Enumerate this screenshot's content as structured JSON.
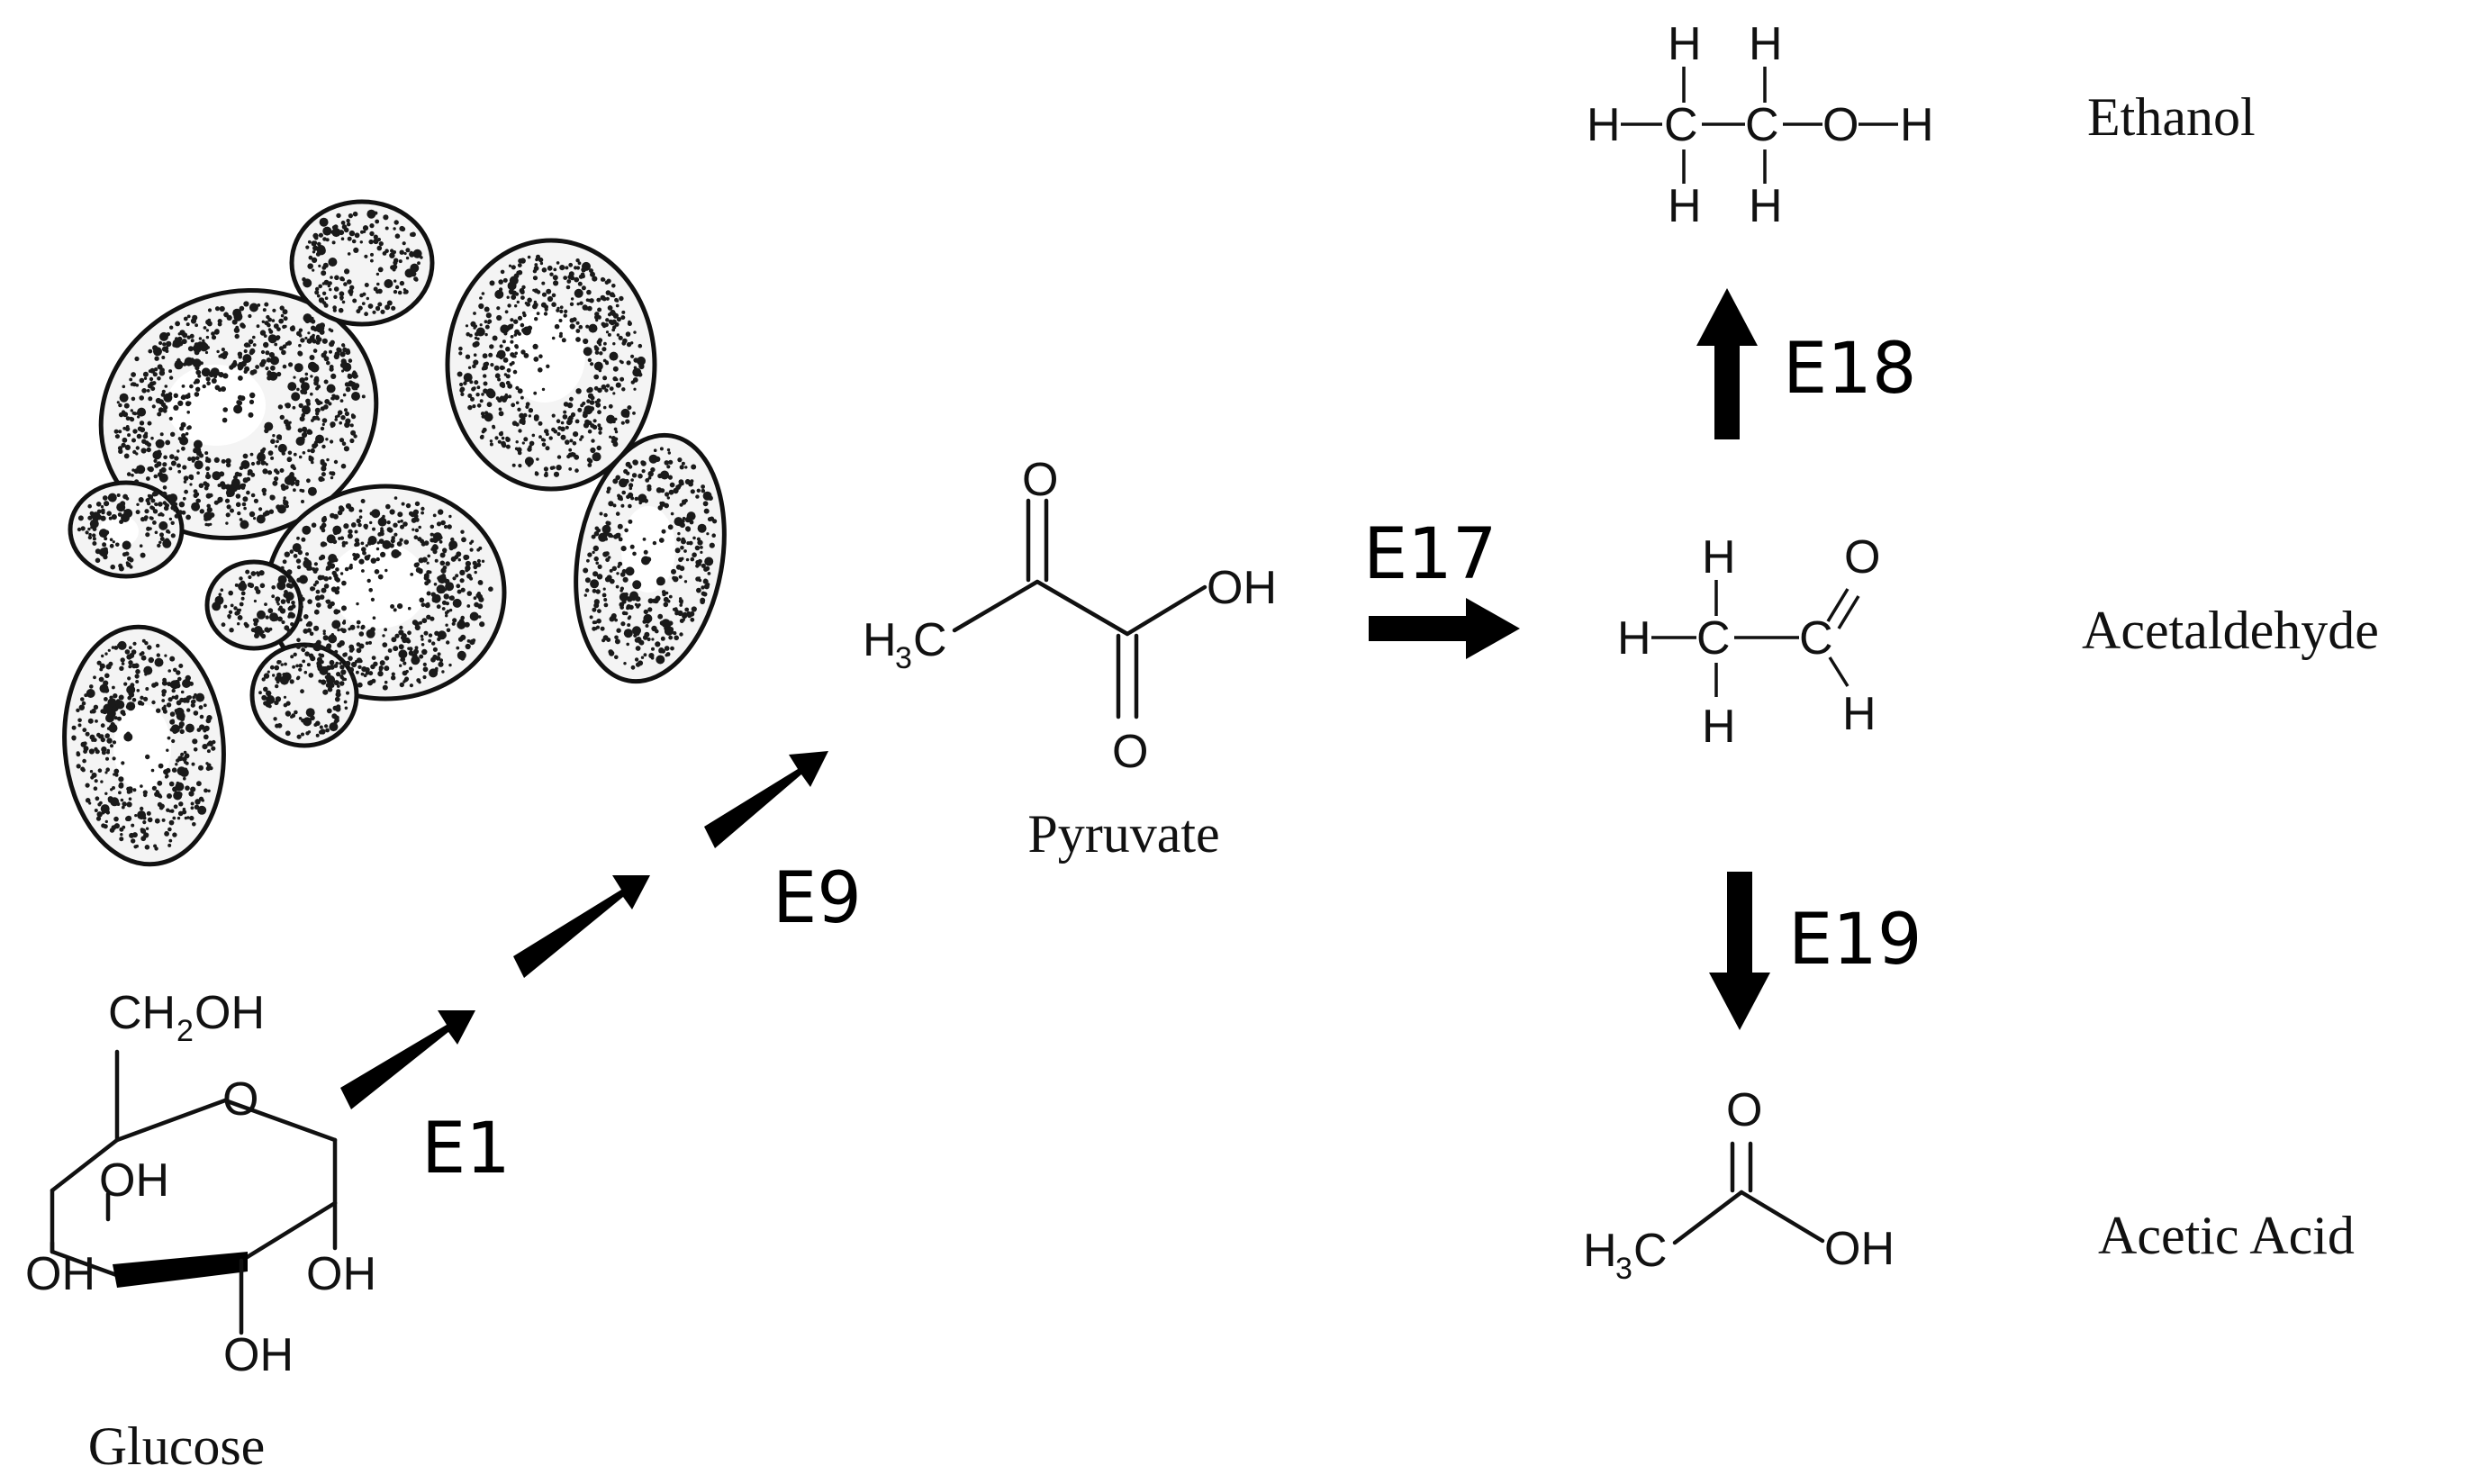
{
  "figure": {
    "molecules": {
      "glucose": "Glucose",
      "pyruvate": "Pyruvate",
      "acetaldehyde": "Acetaldehyde",
      "ethanol": "Ethanol",
      "acetic_acid": "Acetic Acid"
    },
    "enzymes": {
      "e1": "E1",
      "e9": "E9",
      "e17": "E17",
      "e18": "E18",
      "e19": "E19"
    },
    "atoms": {
      "c": "C",
      "h": "H",
      "o": "O",
      "oh": "OH",
      "ch2oh_ch": "CH",
      "sub_2": "2",
      "h3": "H",
      "sub_3": "3"
    },
    "colors": {
      "ink": "#111111",
      "cell_fill": "#f4f4f4",
      "arrow": "#000000"
    }
  }
}
